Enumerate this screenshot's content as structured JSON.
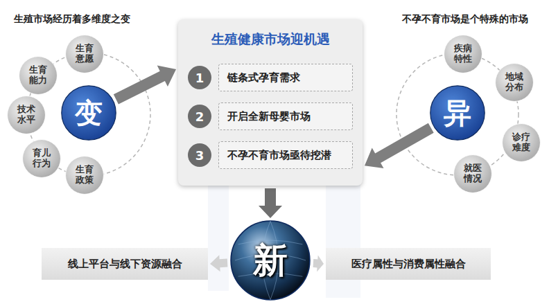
{
  "diagram": {
    "nodes": [
      {
        "text": [
          "变"
        ]
      },
      {
        "text": [
          "生育意愿"
        ]
      },
      {
        "text": [
          "生育能力"
        ]
      },
      {
        "text": [
          "技术水平"
        ]
      },
      {
        "text": [
          "育儿行为"
        ]
      },
      {
        "text": [
          "生育政策"
        ]
      },
      {
        "text": [
          "生殖健康市场迎机遇"
        ]
      },
      {
        "text": [
          "1",
          "链条式孕育需求"
        ],
        "in": 6
      },
      {
        "text": [
          "2",
          "开启全新母婴市场"
        ],
        "in": 6
      },
      {
        "text": [
          "3",
          "不孕不育市场亟待挖潜"
        ],
        "in": 6
      },
      {
        "text": [
          "异"
        ]
      },
      {
        "text": [
          "疾病特性"
        ]
      },
      {
        "text": [
          "地域分布"
        ]
      },
      {
        "text": [
          "诊疗难度"
        ]
      },
      {
        "text": [
          "就医情况"
        ]
      },
      {
        "text": [
          "新"
        ]
      },
      {
        "text": [
          "线上平台与线下资源融合"
        ]
      },
      {
        "text": [
          "医疗属性与消费属性融合"
        ]
      }
    ],
    "edges": [
      {
        "from": 0,
        "to": 6,
        "arrow": "to"
      },
      {
        "from": 10,
        "to": 6,
        "arrow": "to"
      },
      {
        "from": 6,
        "to": 15,
        "arrow": "to"
      },
      {
        "from": 15,
        "to": 16,
        "arrow": "to"
      },
      {
        "from": 15,
        "to": 17,
        "arrow": "to"
      }
    ],
    "labels": [
      "生殖市场经历着多维度之变",
      "不孕不育市场是个特殊的市场"
    ]
  }
}
